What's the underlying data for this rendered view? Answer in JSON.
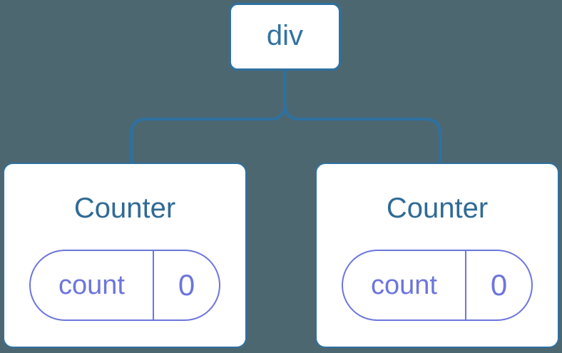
{
  "colors": {
    "background": "#4d6771",
    "node_bg": "#ffffff",
    "tree_blue": "#2e71a1",
    "root_text": "#3173a3",
    "component_text": "#2f6a96",
    "state_purple": "#6c75dd"
  },
  "tree": {
    "root": {
      "label": "div"
    },
    "children": [
      {
        "label": "Counter",
        "state": {
          "key": "count",
          "value": "0"
        }
      },
      {
        "label": "Counter",
        "state": {
          "key": "count",
          "value": "0"
        }
      }
    ]
  }
}
